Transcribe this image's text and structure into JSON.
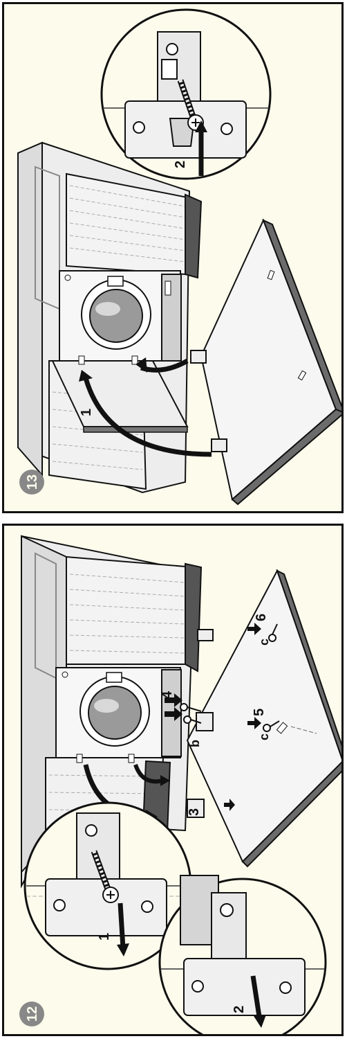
{
  "panels": [
    {
      "number": "13",
      "callouts": [
        "1",
        "2"
      ]
    },
    {
      "number": "12",
      "callouts": [
        "1",
        "2",
        "3",
        "4",
        "5",
        "6"
      ],
      "part_letters": [
        "b",
        "c",
        "c"
      ]
    }
  ],
  "colors": {
    "background": "#fcfbec",
    "outline": "#111111",
    "panel_door_edge": "#6b6b6b",
    "badge": "#888888",
    "arrow": "#111111"
  },
  "icons": [
    "screw-icon",
    "hinge-icon",
    "arrow-icon",
    "washing-machine-icon",
    "zoom-circle-icon"
  ]
}
